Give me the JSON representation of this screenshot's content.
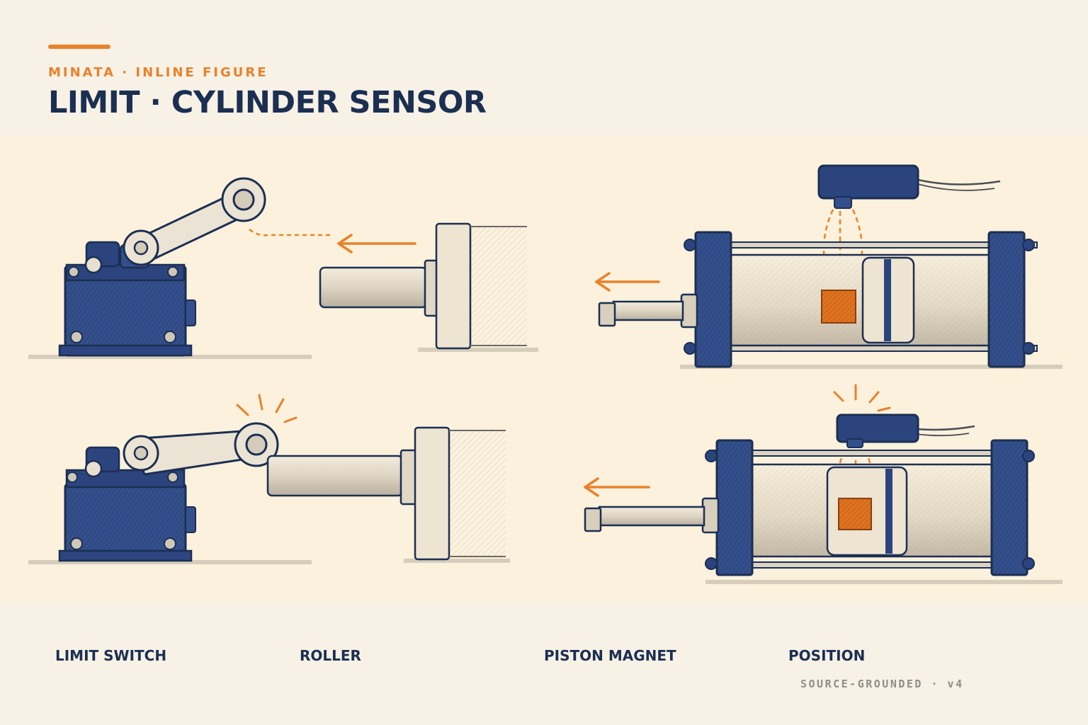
{
  "header": {
    "eyebrow": "MINATA · INLINE FIGURE",
    "title": "LIMIT · CYLINDER SENSOR"
  },
  "labels": [
    "LIMIT SWITCH",
    "ROLLER",
    "PISTON MAGNET",
    "POSITION"
  ],
  "footer": {
    "stamp": "SOURCE-GROUNDED · v4"
  },
  "colors": {
    "navy": "#1b2f52",
    "steel_blue": "#3a5592",
    "orange": "#e8822b",
    "paper": "#fbf1dc",
    "background": "#f7f1e6"
  },
  "icons": [
    "limit-switch-icon",
    "roller-icon",
    "cylinder-icon",
    "proximity-sensor-icon",
    "piston-magnet-icon",
    "motion-arrow-icon",
    "activation-spark-icon"
  ]
}
